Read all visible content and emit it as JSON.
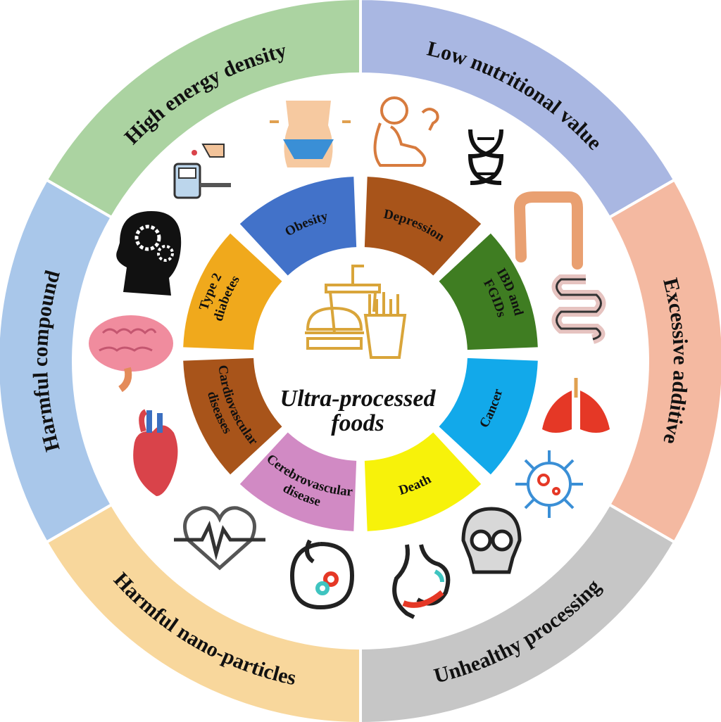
{
  "center": {
    "title_line1": "Ultra-processed",
    "title_line2": "foods",
    "icon": "fast-food-icon",
    "icon_color": "#d9a53a"
  },
  "outer_ring": [
    {
      "label": "Low nutritional value",
      "color": "#a9b7e2"
    },
    {
      "label": "Excessive additive",
      "color": "#f4b9a1"
    },
    {
      "label": "Unhealthy processing",
      "color": "#c6c6c6"
    },
    {
      "label": "Harmful nano-particles",
      "color": "#f8d79c"
    },
    {
      "label": "Harmful compound",
      "color": "#a9c7ea"
    },
    {
      "label": "High energy density",
      "color": "#abd3a1"
    }
  ],
  "inner_ring": [
    {
      "label": "Obesity",
      "color": "#4272c9"
    },
    {
      "label": "Depression",
      "color": "#a8541a"
    },
    {
      "label": "IBD and FGIDs",
      "line1": "IBD and",
      "line2": "FGIDs",
      "color": "#3f7d22"
    },
    {
      "label": "Cancer",
      "color": "#12a9ea"
    },
    {
      "label": "Death",
      "color": "#f7f20a"
    },
    {
      "label": "Cerebrovascular disease",
      "line1": "Cerebrovascular",
      "line2": "disease",
      "color": "#d18ac4"
    },
    {
      "label": "Cardiovascular diseases",
      "line1": "Cardiovascular",
      "line2": "diseases",
      "color": "#a8541a"
    },
    {
      "label": "Type 2 diabetes",
      "line1": "Type 2",
      "line2": "diabetes",
      "color": "#f0a91c"
    }
  ],
  "icons": [
    "waist-icon",
    "depressed-person-icon",
    "dna-icon",
    "colon-icon",
    "intestine-icon",
    "lungs-icon",
    "virus-icon",
    "skull-icon",
    "stomach-icon",
    "kidney-icon",
    "heartbeat-icon",
    "heart-icon",
    "brain-icon",
    "head-gears-icon",
    "glucose-meter-icon"
  ]
}
